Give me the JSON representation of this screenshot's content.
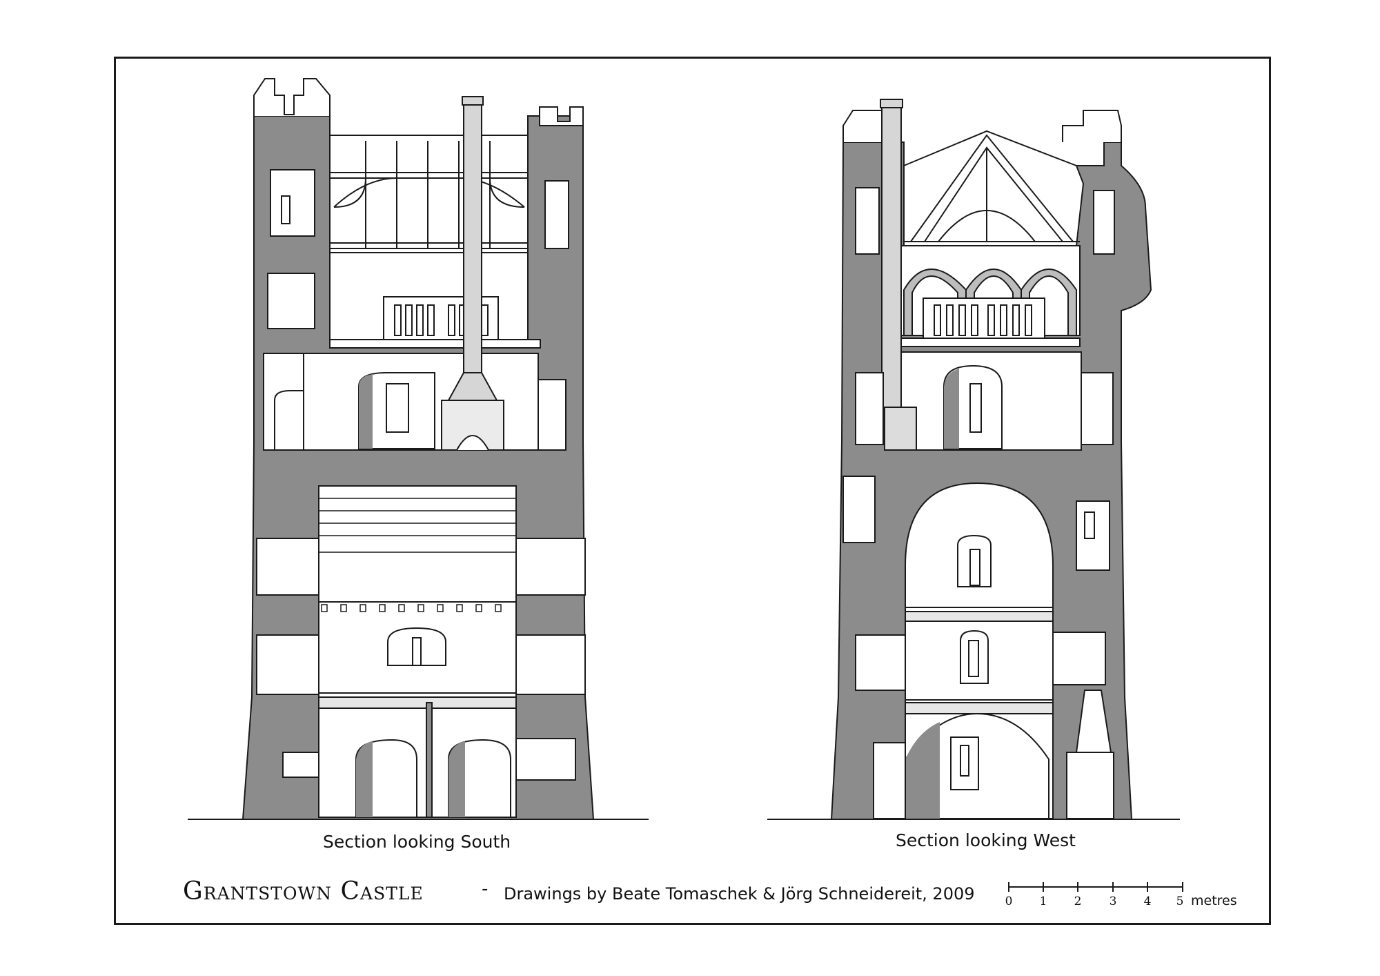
{
  "sections": {
    "south": {
      "caption": "Section looking South"
    },
    "west": {
      "caption": "Section looking West"
    }
  },
  "title_block": {
    "title": "Grantstown Castle",
    "separator": "-",
    "credit": "Drawings by Beate Tomaschek & Jörg Schneidereit, 2009"
  },
  "scale_bar": {
    "ticks": [
      "0",
      "1",
      "2",
      "3",
      "4",
      "5"
    ],
    "unit": "metres"
  },
  "colors": {
    "wall": "#8c8c8c",
    "line": "#1a1a1a",
    "chimney": "#d6d6d6",
    "interior": "#ffffff"
  }
}
